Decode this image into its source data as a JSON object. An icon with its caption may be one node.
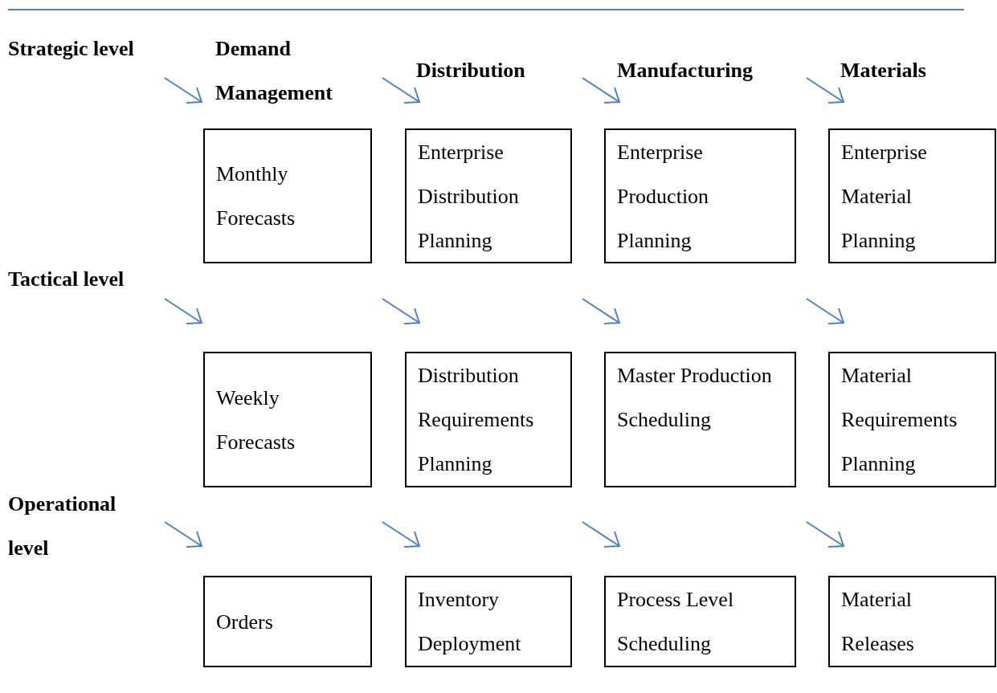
{
  "diagram": {
    "nodes": [
      {
        "text": [
          "Monthly Forecasts"
        ]
      },
      {
        "text": [
          "Enterprise Distribution Planning"
        ]
      },
      {
        "text": [
          "Enterprise Production Planning"
        ]
      },
      {
        "text": [
          "Enterprise Material Planning"
        ]
      },
      {
        "text": [
          "Weekly Forecasts"
        ]
      },
      {
        "text": [
          "Distribution Requirements Planning"
        ]
      },
      {
        "text": [
          "Master Production Scheduling"
        ]
      },
      {
        "text": [
          "Material Requirements Planning"
        ]
      },
      {
        "text": [
          "Orders"
        ]
      },
      {
        "text": [
          "Inventory Deployment"
        ]
      },
      {
        "text": [
          "Process Level Scheduling"
        ]
      },
      {
        "text": [
          "Material Releases"
        ]
      }
    ],
    "labels": [
      "Strategic level",
      "Demand Management",
      "Distribution",
      "Manufacturing",
      "Materials",
      "Tactical level",
      "Operational level"
    ]
  }
}
